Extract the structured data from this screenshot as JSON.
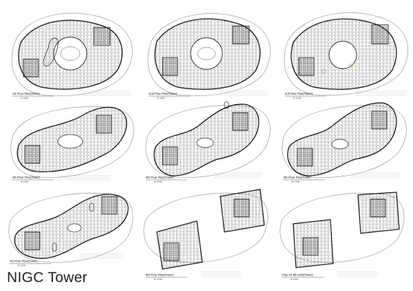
{
  "project": {
    "title": "NIGC Tower"
  },
  "plans": [
    {
      "id": "p1",
      "title": "1st Floor Plan(Tower)",
      "scale": "N 1:100"
    },
    {
      "id": "p2",
      "title": "2nd Floor Plan(Tower)",
      "scale": "N 1:100"
    },
    {
      "id": "p3",
      "title": "3rd Floor Plan(Tower)",
      "scale": "N 1:100"
    },
    {
      "id": "p4",
      "title": "4th Floor Plan(Tower)",
      "scale": "N 1:100"
    },
    {
      "id": "p5",
      "title": "5th Floor Plan(Tower)",
      "scale": "N 1:100"
    },
    {
      "id": "p6",
      "title": "6th Floor Plan(Tower)",
      "scale": "N 1:100"
    },
    {
      "id": "p7",
      "title": "7th Floor Plan(Tower)",
      "scale": "N 1:100"
    },
    {
      "id": "p8",
      "title": "8th Floor Plan(Tower)",
      "scale": "N 1:100"
    },
    {
      "id": "p9",
      "title": "Plan for 9th-10th(Tower)",
      "scale": "N 1:100"
    }
  ],
  "colors": {
    "ink": "#1a1a1a",
    "hatch": "#555555",
    "accent_yellow": "#d8c84a",
    "accent_green": "#6fae6a"
  }
}
